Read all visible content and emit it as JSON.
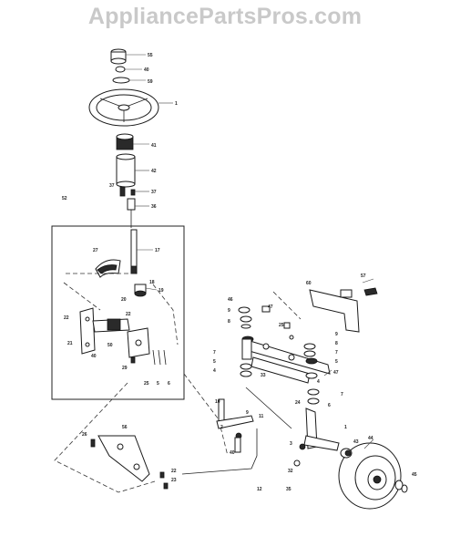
{
  "watermark": "AppliancePartsPros.com",
  "callouts": {
    "c55": "55",
    "c40a": "40",
    "c59": "59",
    "c1": "1",
    "c41": "41",
    "c42": "42",
    "c37a": "37",
    "c37b": "37",
    "c36": "36",
    "c52": "52",
    "c27": "27",
    "c17": "17",
    "c18": "18",
    "c19": "19",
    "c20": "20",
    "c22a": "22",
    "c22b": "22",
    "c21": "21",
    "c40b": "40",
    "c50": "50",
    "c29": "29",
    "c25": "25",
    "c5a": "5",
    "c6": "6",
    "c46a": "46",
    "c9a": "9",
    "c8a": "8",
    "c7a": "7",
    "c5b": "5",
    "c4a": "4",
    "c47a": "47",
    "c25b": "25",
    "c9b": "9",
    "c8b": "8",
    "c7b": "7",
    "c5c": "5",
    "c4b": "4",
    "c47b": "47",
    "c57": "57",
    "c60": "60",
    "c33": "33",
    "c10": "10",
    "c2": "2",
    "c9c": "9",
    "c11": "11",
    "c40c": "40",
    "c56": "56",
    "c26": "26",
    "c22c": "22",
    "c23": "23",
    "c12": "12",
    "c24": "24",
    "c3": "3",
    "c6b": "6",
    "c7c": "7",
    "c1b": "1",
    "c44": "44",
    "c43": "43",
    "c32": "32",
    "c35": "35",
    "c45": "45"
  }
}
